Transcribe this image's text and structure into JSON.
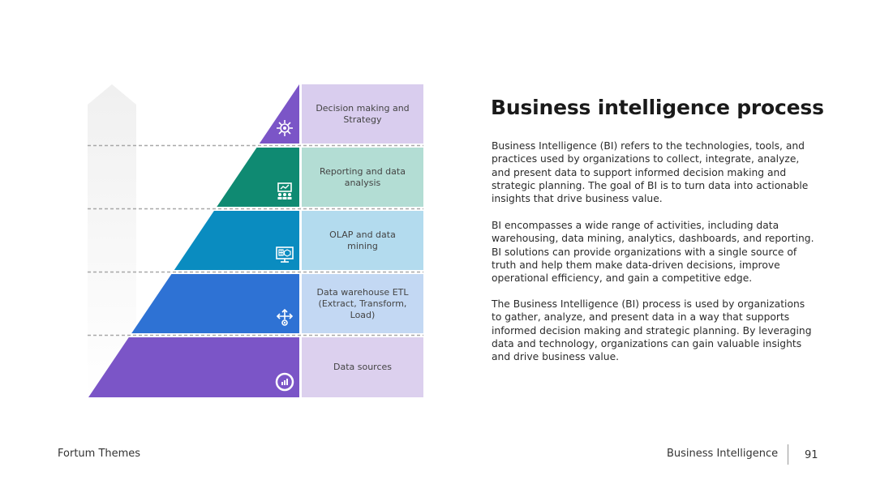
{
  "slide": {
    "title": "Business intelligence process",
    "paragraphs": [
      "Business Intelligence (BI) refers to the technologies, tools, and practices used by organizations to collect, integrate, analyze, and present data to support informed decision making and strategic planning. The goal of BI is to turn data into actionable insights that drive business value.",
      "BI encompasses a wide range of activities, including data warehousing, data mining, analytics, dashboards, and reporting. BI solutions can provide organizations with a single source of truth and help them make data-driven decisions, improve operational efficiency, and gain a competitive edge.",
      "The Business Intelligence (BI) process is used by organizations to gather, analyze, and present data in a way that supports informed decision making and strategic planning. By leveraging data and technology, organizations can gain valuable insights and drive business value."
    ]
  },
  "pyramid": {
    "levels": [
      {
        "label": "Decision making and\nStrategy",
        "color": "#7b55c7",
        "bg_color": "#d9cdee",
        "icon": "gear-network-icon"
      },
      {
        "label": "Reporting and data\nanalysis",
        "color": "#0f8a72",
        "bg_color": "#b3ddd4",
        "icon": "presentation-team-icon"
      },
      {
        "label": "OLAP and data\nmining",
        "color": "#0a8cc0",
        "bg_color": "#b3dbee",
        "icon": "monitor-cube-icon"
      },
      {
        "label": "Data warehouse ETL\n(Extract, Transform,\nLoad)",
        "color": "#2e72d4",
        "bg_color": "#c3d8f3",
        "icon": "flow-gear-icon"
      },
      {
        "label": "Data sources",
        "color": "#7b55c7",
        "bg_color": "#dcd0ee",
        "icon": "pie-chart-icon"
      }
    ]
  },
  "footer": {
    "left": "Fortum Themes",
    "right": "Business Intelligence",
    "page_number": "91"
  }
}
